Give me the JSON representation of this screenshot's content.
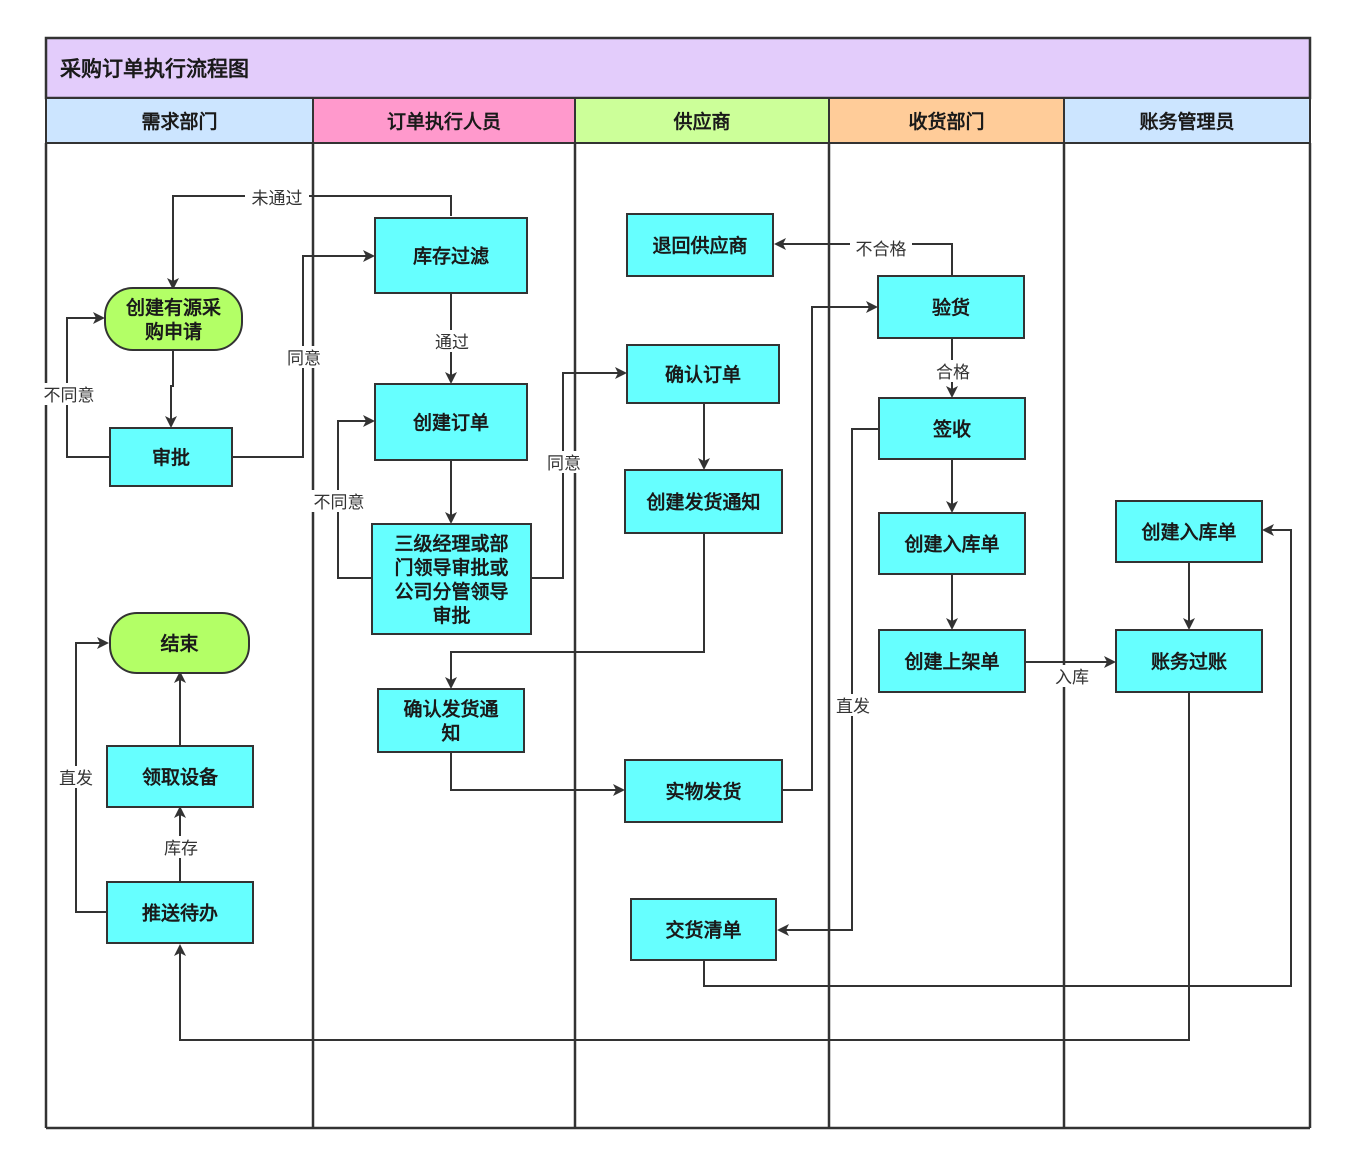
{
  "title": "采购订单执行流程图",
  "colors": {
    "title_bg": "#e3ccfb",
    "process": "#66ffff",
    "terminal": "#b3ff66",
    "line": "#333333"
  },
  "lanes": [
    {
      "id": "demand",
      "label": "需求部门",
      "color": "#cce5ff"
    },
    {
      "id": "executor",
      "label": "订单执行人员",
      "color": "#ff99cc"
    },
    {
      "id": "supplier",
      "label": "供应商",
      "color": "#ccff99"
    },
    {
      "id": "receiving",
      "label": "收货部门",
      "color": "#ffcc99"
    },
    {
      "id": "accounts",
      "label": "账务管理员",
      "color": "#cce5ff"
    }
  ],
  "nodes": [
    {
      "id": "create_req",
      "lines": [
        "创建有源采",
        "购申请"
      ],
      "shape": "terminal"
    },
    {
      "id": "approve",
      "lines": [
        "审批"
      ],
      "shape": "process"
    },
    {
      "id": "end",
      "lines": [
        "结束"
      ],
      "shape": "terminal"
    },
    {
      "id": "get_device",
      "lines": [
        "领取设备"
      ],
      "shape": "process"
    },
    {
      "id": "push_todo",
      "lines": [
        "推送待办"
      ],
      "shape": "process"
    },
    {
      "id": "stock_filter",
      "lines": [
        "库存过滤"
      ],
      "shape": "process"
    },
    {
      "id": "create_order",
      "lines": [
        "创建订单"
      ],
      "shape": "process"
    },
    {
      "id": "mgr_approve",
      "lines": [
        "三级经理或部",
        "门领导审批或",
        "公司分管领导",
        "审批"
      ],
      "shape": "process"
    },
    {
      "id": "confirm_ship_notice",
      "lines": [
        "确认发货通",
        "知"
      ],
      "shape": "process"
    },
    {
      "id": "return_supplier",
      "lines": [
        "退回供应商"
      ],
      "shape": "process"
    },
    {
      "id": "confirm_order",
      "lines": [
        "确认订单"
      ],
      "shape": "process"
    },
    {
      "id": "create_ship_notice",
      "lines": [
        "创建发货通知"
      ],
      "shape": "process"
    },
    {
      "id": "physical_ship",
      "lines": [
        "实物发货"
      ],
      "shape": "process"
    },
    {
      "id": "delivery_list",
      "lines": [
        "交货清单"
      ],
      "shape": "process"
    },
    {
      "id": "inspect",
      "lines": [
        "验货"
      ],
      "shape": "process"
    },
    {
      "id": "sign",
      "lines": [
        "签收"
      ],
      "shape": "process"
    },
    {
      "id": "create_inbound_recv",
      "lines": [
        "创建入库单"
      ],
      "shape": "process"
    },
    {
      "id": "create_shelf",
      "lines": [
        "创建上架单"
      ],
      "shape": "process"
    },
    {
      "id": "create_inbound_acct",
      "lines": [
        "创建入库单"
      ],
      "shape": "process"
    },
    {
      "id": "posting",
      "lines": [
        "账务过账"
      ],
      "shape": "process"
    }
  ],
  "edge_labels": {
    "not_passed": "未通过",
    "passed": "通过",
    "agree": "同意",
    "disagree": "不同意",
    "qualified": "合格",
    "unqualified": "不合格",
    "direct": "直发",
    "inventory": "库存",
    "inbound": "入库"
  }
}
